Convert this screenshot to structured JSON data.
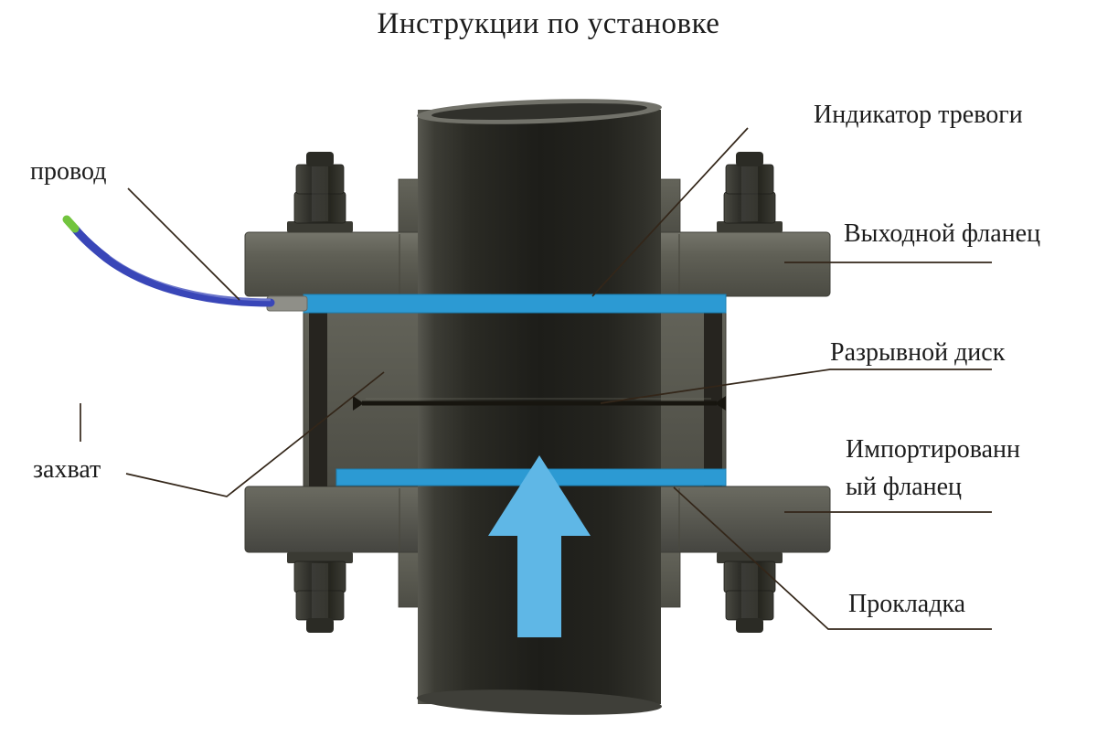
{
  "title": "Инструкции по установке",
  "labels": {
    "wire": "провод",
    "alarm_indicator": "Индикатор тревоги",
    "outlet_flange": "Выходной фланец",
    "rupture_disc": "Разрывной диск",
    "imported_flange_line1": "Импортированн",
    "imported_flange_line2": "ый фланец",
    "gasket": "Прокладка",
    "grip": "захват"
  },
  "colors": {
    "arrow_blue": "#5fb7e6",
    "band_blue": "#2c9ad3",
    "band_edge": "#1b7fb2",
    "wire_blue": "#3946b8",
    "wire_tip_green": "#72c43e",
    "leader_line": "#332619",
    "text": "#1c1c1c"
  }
}
